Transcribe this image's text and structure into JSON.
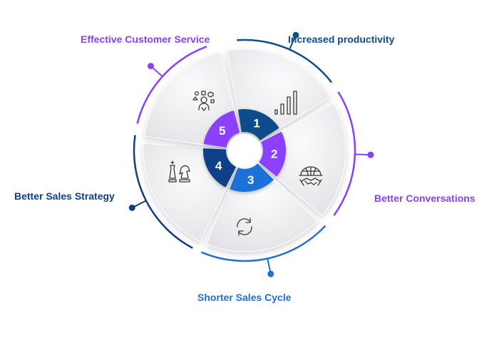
{
  "colors": {
    "purple": "#8A3FFC",
    "dark_blue": "#0F4C8A",
    "mid_blue": "#0F62FE",
    "navy": "#0B3F86",
    "bright_blue": "#1F6FD6",
    "icon_stroke": "#3a3a3a",
    "segment_fill": "#efeff1"
  },
  "segments": [
    {
      "number": "1",
      "label": "Increased productivity",
      "icon": "bar-chart-icon",
      "color": "#0F4C8A"
    },
    {
      "number": "2",
      "label": "Better Conversations",
      "icon": "globe-handshake-icon",
      "color": "#8A3FFC"
    },
    {
      "number": "3",
      "label": "Shorter Sales Cycle",
      "icon": "cycle-arrows-icon",
      "color": "#1F6FD6"
    },
    {
      "number": "4",
      "label": "Better Sales Strategy",
      "icon": "chess-pieces-icon",
      "color": "#0B3F86"
    },
    {
      "number": "5",
      "label": "Effective Customer Service",
      "icon": "customer-group-icon",
      "color": "#8A3FFC"
    }
  ]
}
